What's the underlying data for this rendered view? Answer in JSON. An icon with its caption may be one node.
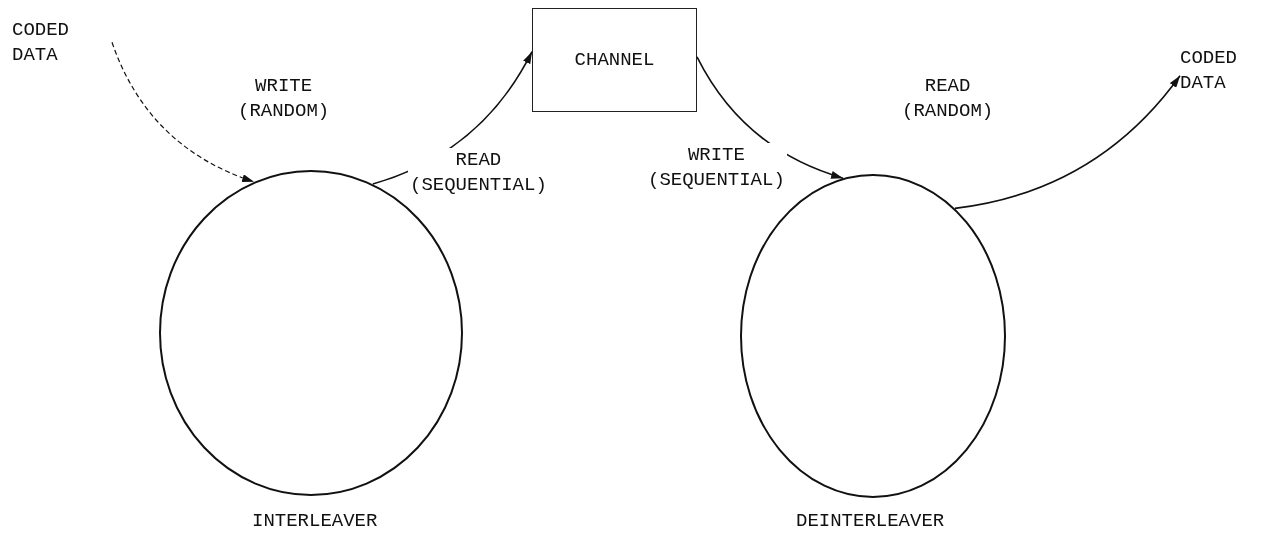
{
  "diagram": {
    "nodes": [
      {
        "text": [
          "CODED DATA"
        ]
      },
      {
        "text": [],
        "shape": "circle",
        "beside": [
          "INTERLEAVER"
        ]
      },
      {
        "text": [
          "CHANNEL"
        ]
      },
      {
        "text": [],
        "shape": "circle",
        "beside": [
          "DEINTERLEAVER"
        ]
      },
      {
        "text": [
          "CODED DATA"
        ]
      }
    ],
    "edges": [
      {
        "from": 0,
        "to": 1,
        "arrow": "to",
        "label": "WRITE (RANDOM)",
        "style": "dashed"
      },
      {
        "from": 1,
        "to": 2,
        "arrow": "to",
        "label": "READ (SEQUENTIAL)"
      },
      {
        "from": 2,
        "to": 3,
        "arrow": "to",
        "label": "WRITE (SEQUENTIAL)"
      },
      {
        "from": 3,
        "to": 4,
        "arrow": "to",
        "label": "READ (RANDOM)"
      }
    ]
  }
}
